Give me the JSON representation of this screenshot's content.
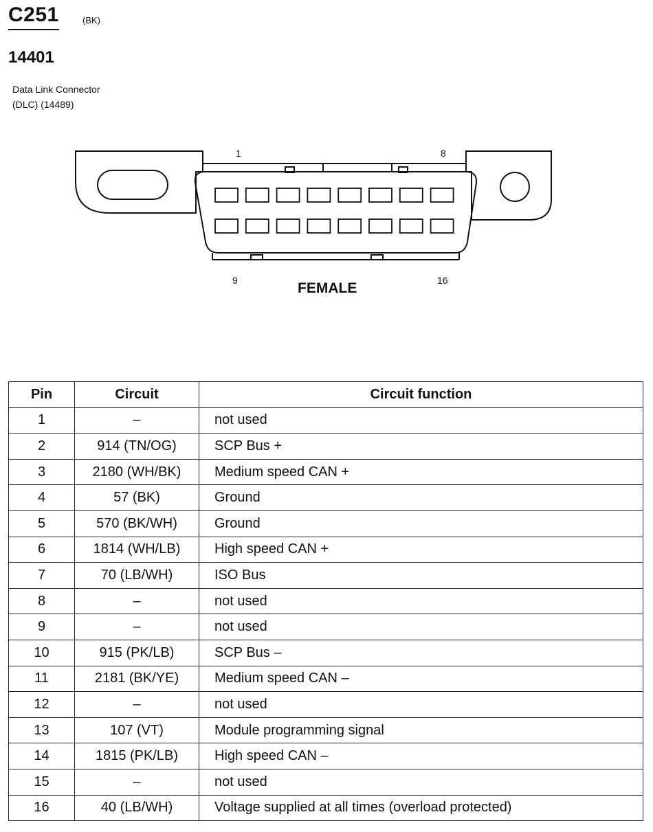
{
  "header": {
    "connector_id": "C251",
    "color_code": "(BK)",
    "part_number": "14401",
    "description_line1": "Data Link Connector",
    "description_line2": "(DLC) (14489)"
  },
  "diagram": {
    "pin_top_left": "1",
    "pin_top_right": "8",
    "pin_bottom_left": "9",
    "pin_bottom_right": "16",
    "gender": "FEMALE"
  },
  "table": {
    "headers": {
      "pin": "Pin",
      "circuit": "Circuit",
      "function": "Circuit function"
    },
    "rows": [
      {
        "pin": "1",
        "circuit": "–",
        "function": "not used"
      },
      {
        "pin": "2",
        "circuit": "914 (TN/OG)",
        "function": "SCP Bus +"
      },
      {
        "pin": "3",
        "circuit": "2180 (WH/BK)",
        "function": "Medium speed CAN +"
      },
      {
        "pin": "4",
        "circuit": "57 (BK)",
        "function": "Ground"
      },
      {
        "pin": "5",
        "circuit": "570 (BK/WH)",
        "function": "Ground"
      },
      {
        "pin": "6",
        "circuit": "1814 (WH/LB)",
        "function": "High speed CAN +"
      },
      {
        "pin": "7",
        "circuit": "70 (LB/WH)",
        "function": "ISO Bus"
      },
      {
        "pin": "8",
        "circuit": "–",
        "function": "not used"
      },
      {
        "pin": "9",
        "circuit": "–",
        "function": "not used"
      },
      {
        "pin": "10",
        "circuit": "915 (PK/LB)",
        "function": "SCP Bus –"
      },
      {
        "pin": "11",
        "circuit": "2181 (BK/YE)",
        "function": "Medium speed CAN –"
      },
      {
        "pin": "12",
        "circuit": "–",
        "function": "not used"
      },
      {
        "pin": "13",
        "circuit": "107 (VT)",
        "function": "Module programming signal"
      },
      {
        "pin": "14",
        "circuit": "1815 (PK/LB)",
        "function": "High speed CAN –"
      },
      {
        "pin": "15",
        "circuit": "–",
        "function": "not used"
      },
      {
        "pin": "16",
        "circuit": "40 (LB/WH)",
        "function": "Voltage supplied at all times (overload protected)"
      }
    ]
  }
}
